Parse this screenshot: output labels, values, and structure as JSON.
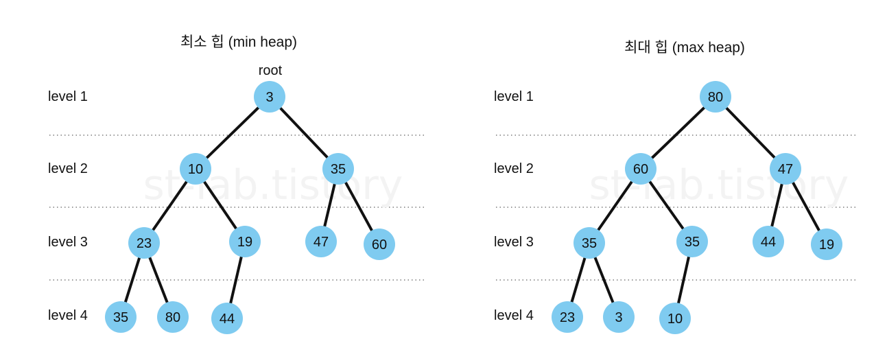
{
  "colors": {
    "node_fill": "#7fcbf0",
    "edge": "#111111",
    "divider": "#7a7a7a"
  },
  "watermark": "st-lab.tistory",
  "level_labels": [
    "level 1",
    "level 2",
    "level 3",
    "level 4"
  ],
  "heaps": [
    {
      "title": "최소 힙 (min heap)",
      "root_label": "root",
      "nodes": [
        {
          "value": "3",
          "parent": null
        },
        {
          "value": "10",
          "parent": 0
        },
        {
          "value": "35",
          "parent": 0
        },
        {
          "value": "23",
          "parent": 1
        },
        {
          "value": "19",
          "parent": 1
        },
        {
          "value": "47",
          "parent": 2
        },
        {
          "value": "60",
          "parent": 2
        },
        {
          "value": "35",
          "parent": 3
        },
        {
          "value": "80",
          "parent": 3
        },
        {
          "value": "44",
          "parent": 4
        }
      ]
    },
    {
      "title": "최대 힙 (max heap)",
      "root_label": "",
      "nodes": [
        {
          "value": "80",
          "parent": null
        },
        {
          "value": "60",
          "parent": 0
        },
        {
          "value": "47",
          "parent": 0
        },
        {
          "value": "35",
          "parent": 1
        },
        {
          "value": "35",
          "parent": 1
        },
        {
          "value": "44",
          "parent": 2
        },
        {
          "value": "19",
          "parent": 2
        },
        {
          "value": "23",
          "parent": 3
        },
        {
          "value": "3",
          "parent": 3
        },
        {
          "value": "10",
          "parent": 4
        }
      ]
    }
  ]
}
